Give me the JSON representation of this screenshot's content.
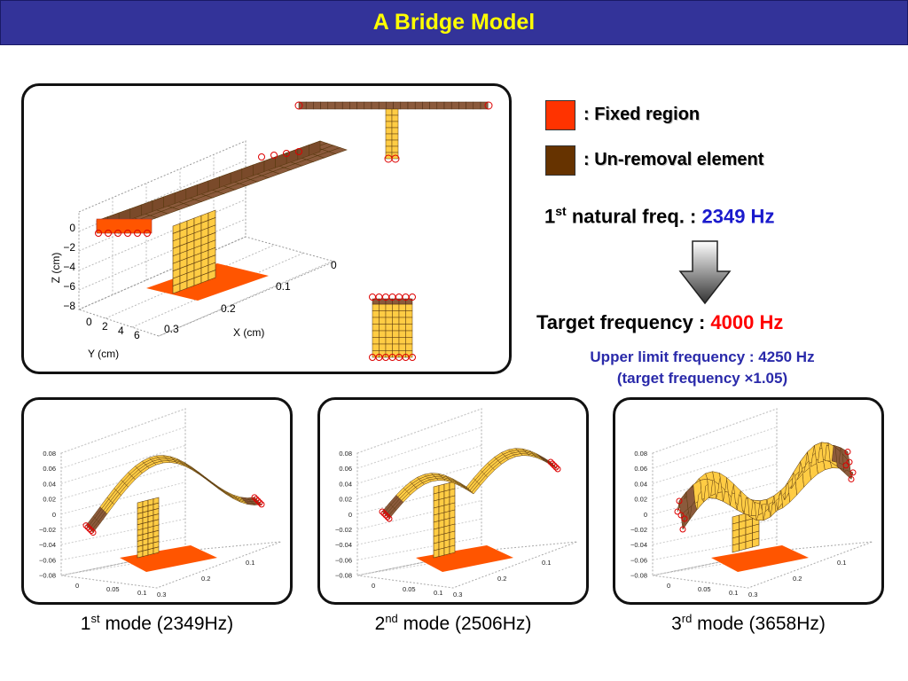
{
  "title": "A Bridge Model",
  "main_plot": {
    "z_axis_label": "Z (cm)",
    "y_axis_label": "Y (cm)",
    "x_axis_label": "X (cm)",
    "z_ticks": [
      "0",
      "−2",
      "−4",
      "−6",
      "−8"
    ],
    "y_ticks": [
      "0",
      "2",
      "4",
      "6"
    ],
    "x_ticks": [
      "0",
      "0.1",
      "0.2",
      "0.3"
    ]
  },
  "legend": [
    {
      "label": ": Fixed region",
      "color": "#ff3300"
    },
    {
      "label": ": Un-removal element",
      "color": "#663300"
    }
  ],
  "colors": {
    "element_fill": "#ffcc44",
    "fixed_fill": "#ff5500",
    "unremoval_fill": "#8b5a3c",
    "title_bg": "#333399",
    "title_text": "#ffff00"
  },
  "natural_freq": {
    "prefix": "1",
    "sup": "st",
    "label": " natural freq. : ",
    "value": "2349 Hz"
  },
  "target": {
    "label": "Target frequency : ",
    "value": "4000 Hz"
  },
  "upper_limit": {
    "line1": "Upper limit frequency : 4250 Hz",
    "line2": "(target frequency  ×1.05)"
  },
  "mode_plot_ticks": {
    "z": [
      "0.08",
      "0.06",
      "0.04",
      "0.02",
      "0",
      "−0.02",
      "−0.04",
      "−0.06",
      "−0.08"
    ],
    "x_front": [
      "0",
      "0.05",
      "0.1"
    ],
    "x_side": [
      "0.3",
      "0.2",
      "0.1",
      "0"
    ]
  },
  "modes": [
    {
      "num": "1",
      "sup": "st",
      "text": " mode (2349Hz)"
    },
    {
      "num": "2",
      "sup": "nd",
      "text": " mode (2506Hz)"
    },
    {
      "num": "3",
      "sup": "rd",
      "text": " mode (3658Hz)"
    }
  ]
}
